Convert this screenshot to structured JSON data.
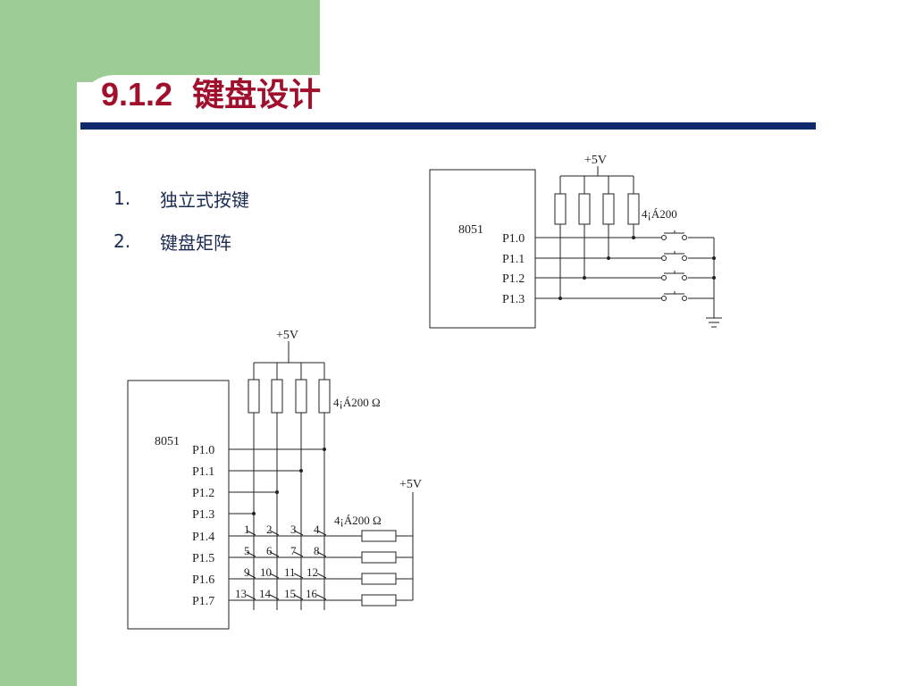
{
  "slide": {
    "title_number": "9.1.2",
    "title_text": "键盘设计",
    "items": [
      {
        "num": "1.",
        "label": "独立式按键"
      },
      {
        "num": "2.",
        "label": "键盘矩阵"
      }
    ]
  },
  "diagram_independent": {
    "supply": "+5V",
    "resistor_label": "4¡Á200",
    "chip": "8051",
    "pins": [
      "P1.0",
      "P1.1",
      "P1.2",
      "P1.3"
    ]
  },
  "diagram_matrix": {
    "supply_top": "+5V",
    "resistor_label_top": "4¡Á200 Ω",
    "chip": "8051",
    "pins": [
      "P1.0",
      "P1.1",
      "P1.2",
      "P1.3",
      "P1.4",
      "P1.5",
      "P1.6",
      "P1.7"
    ],
    "supply_right": "+5V",
    "resistor_label_right": "4¡Á200  Ω",
    "keys": [
      "1",
      "2",
      "3",
      "4",
      "5",
      "6",
      "7",
      "8",
      "9",
      "10",
      "11",
      "12",
      "13",
      "14",
      "15",
      "16"
    ]
  }
}
